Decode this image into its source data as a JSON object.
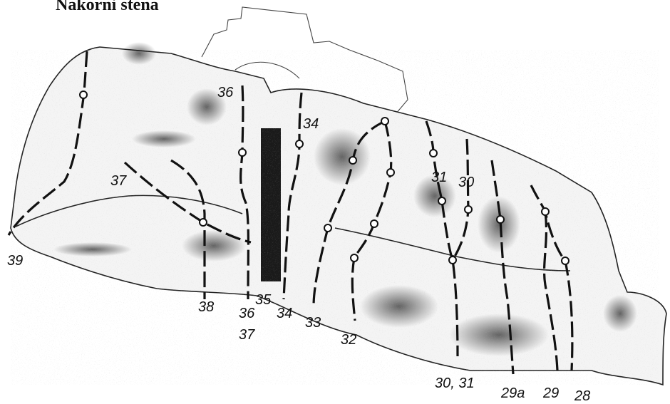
{
  "title": "Nakorni stena",
  "labels": [
    {
      "id": "39",
      "text": "39"
    },
    {
      "id": "37-top",
      "text": "37"
    },
    {
      "id": "36-top",
      "text": "36"
    },
    {
      "id": "34-top",
      "text": "34"
    },
    {
      "id": "31-top",
      "text": "31"
    },
    {
      "id": "30-top",
      "text": "30"
    },
    {
      "id": "38",
      "text": "38"
    },
    {
      "id": "35",
      "text": "35"
    },
    {
      "id": "36-bottom",
      "text": "36"
    },
    {
      "id": "37-bottom",
      "text": "37"
    },
    {
      "id": "34-bottom",
      "text": "34"
    },
    {
      "id": "33",
      "text": "33"
    },
    {
      "id": "32",
      "text": "32"
    },
    {
      "id": "30-31",
      "text": "30, 31"
    },
    {
      "id": "29a",
      "text": "29a"
    },
    {
      "id": "29",
      "text": "29"
    },
    {
      "id": "28",
      "text": "28"
    }
  ]
}
